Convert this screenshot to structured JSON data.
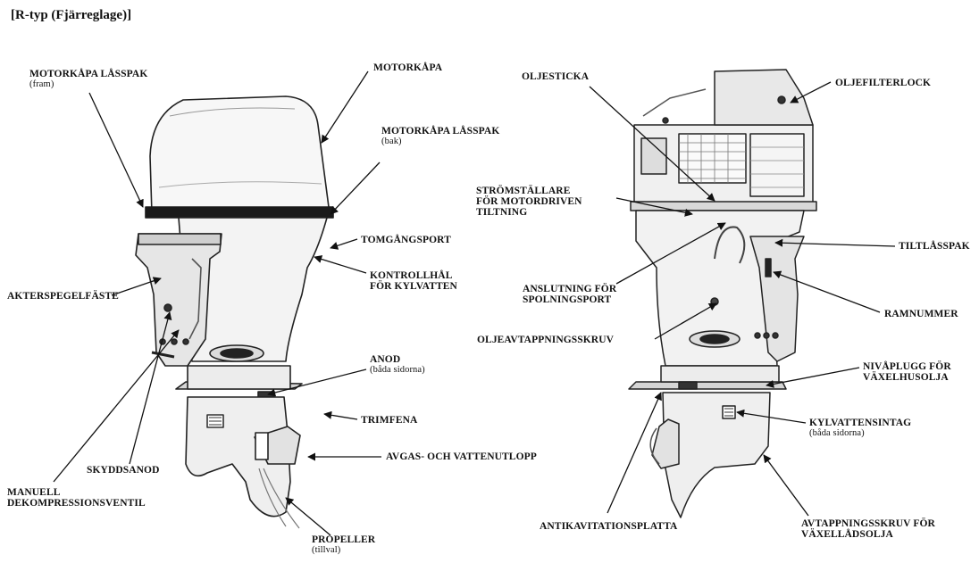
{
  "heading": "[R-typ (Fjärreglage)]",
  "labels": {
    "motorkapa_lasspak_fram": "MOTORKÅPA LÅSSPAK",
    "motorkapa_lasspak_fram_sub": "(fram)",
    "motorkapa": "MOTORKÅPA",
    "motorkapa_lasspak_bak": "MOTORKÅPA LÅSSPAK",
    "motorkapa_lasspak_bak_sub": "(bak)",
    "tomgangsport": "TOMGÅNGSPORT",
    "kontrollhal_1": "KONTROLLHÅL",
    "kontrollhal_2": "FÖR KYLVATTEN",
    "akterspegelfaste": "AKTERSPEGELFÄSTE",
    "anod": "ANOD",
    "anod_sub": "(båda sidorna)",
    "trimfena": "TRIMFENA",
    "avgas": "AVGAS- OCH VATTENUTLOPP",
    "skyddsanod": "SKYDDSANOD",
    "manuell_1": "MANUELL",
    "manuell_2": "DEKOMPRESSIONSVENTIL",
    "propeller": "PROPELLER",
    "propeller_sub": "(tillval)",
    "oljesticka": "OLJESTICKA",
    "oljefilterlock": "OLJEFILTERLOCK",
    "stromstallare_1": "STRÖMSTÄLLARE",
    "stromstallare_2": "FÖR MOTORDRIVEN",
    "stromstallare_3": "TILTNING",
    "tiltlasspak": "TILTLÅSSPAK",
    "anslutning_1": "ANSLUTNING FÖR",
    "anslutning_2": "SPOLNINGSPORT",
    "ramnummer": "RAMNUMMER",
    "oljeavtappningsskruv": "OLJEAVTAPPNINGSSKRUV",
    "nivaplugg_1": "NIVÅPLUGG FÖR",
    "nivaplugg_2": "VÄXELHUSOLJA",
    "kylvattensintag": "KYLVATTENSINTAG",
    "kylvattensintag_sub": "(båda sidorna)",
    "antikavitationsplatta": "ANTIKAVITATIONSPLATTA",
    "avtappningsskruv_1": "AVTAPPNINGSSKRUV FÖR",
    "avtappningsskruv_2": "VÄXELLÅDSOLJA"
  }
}
